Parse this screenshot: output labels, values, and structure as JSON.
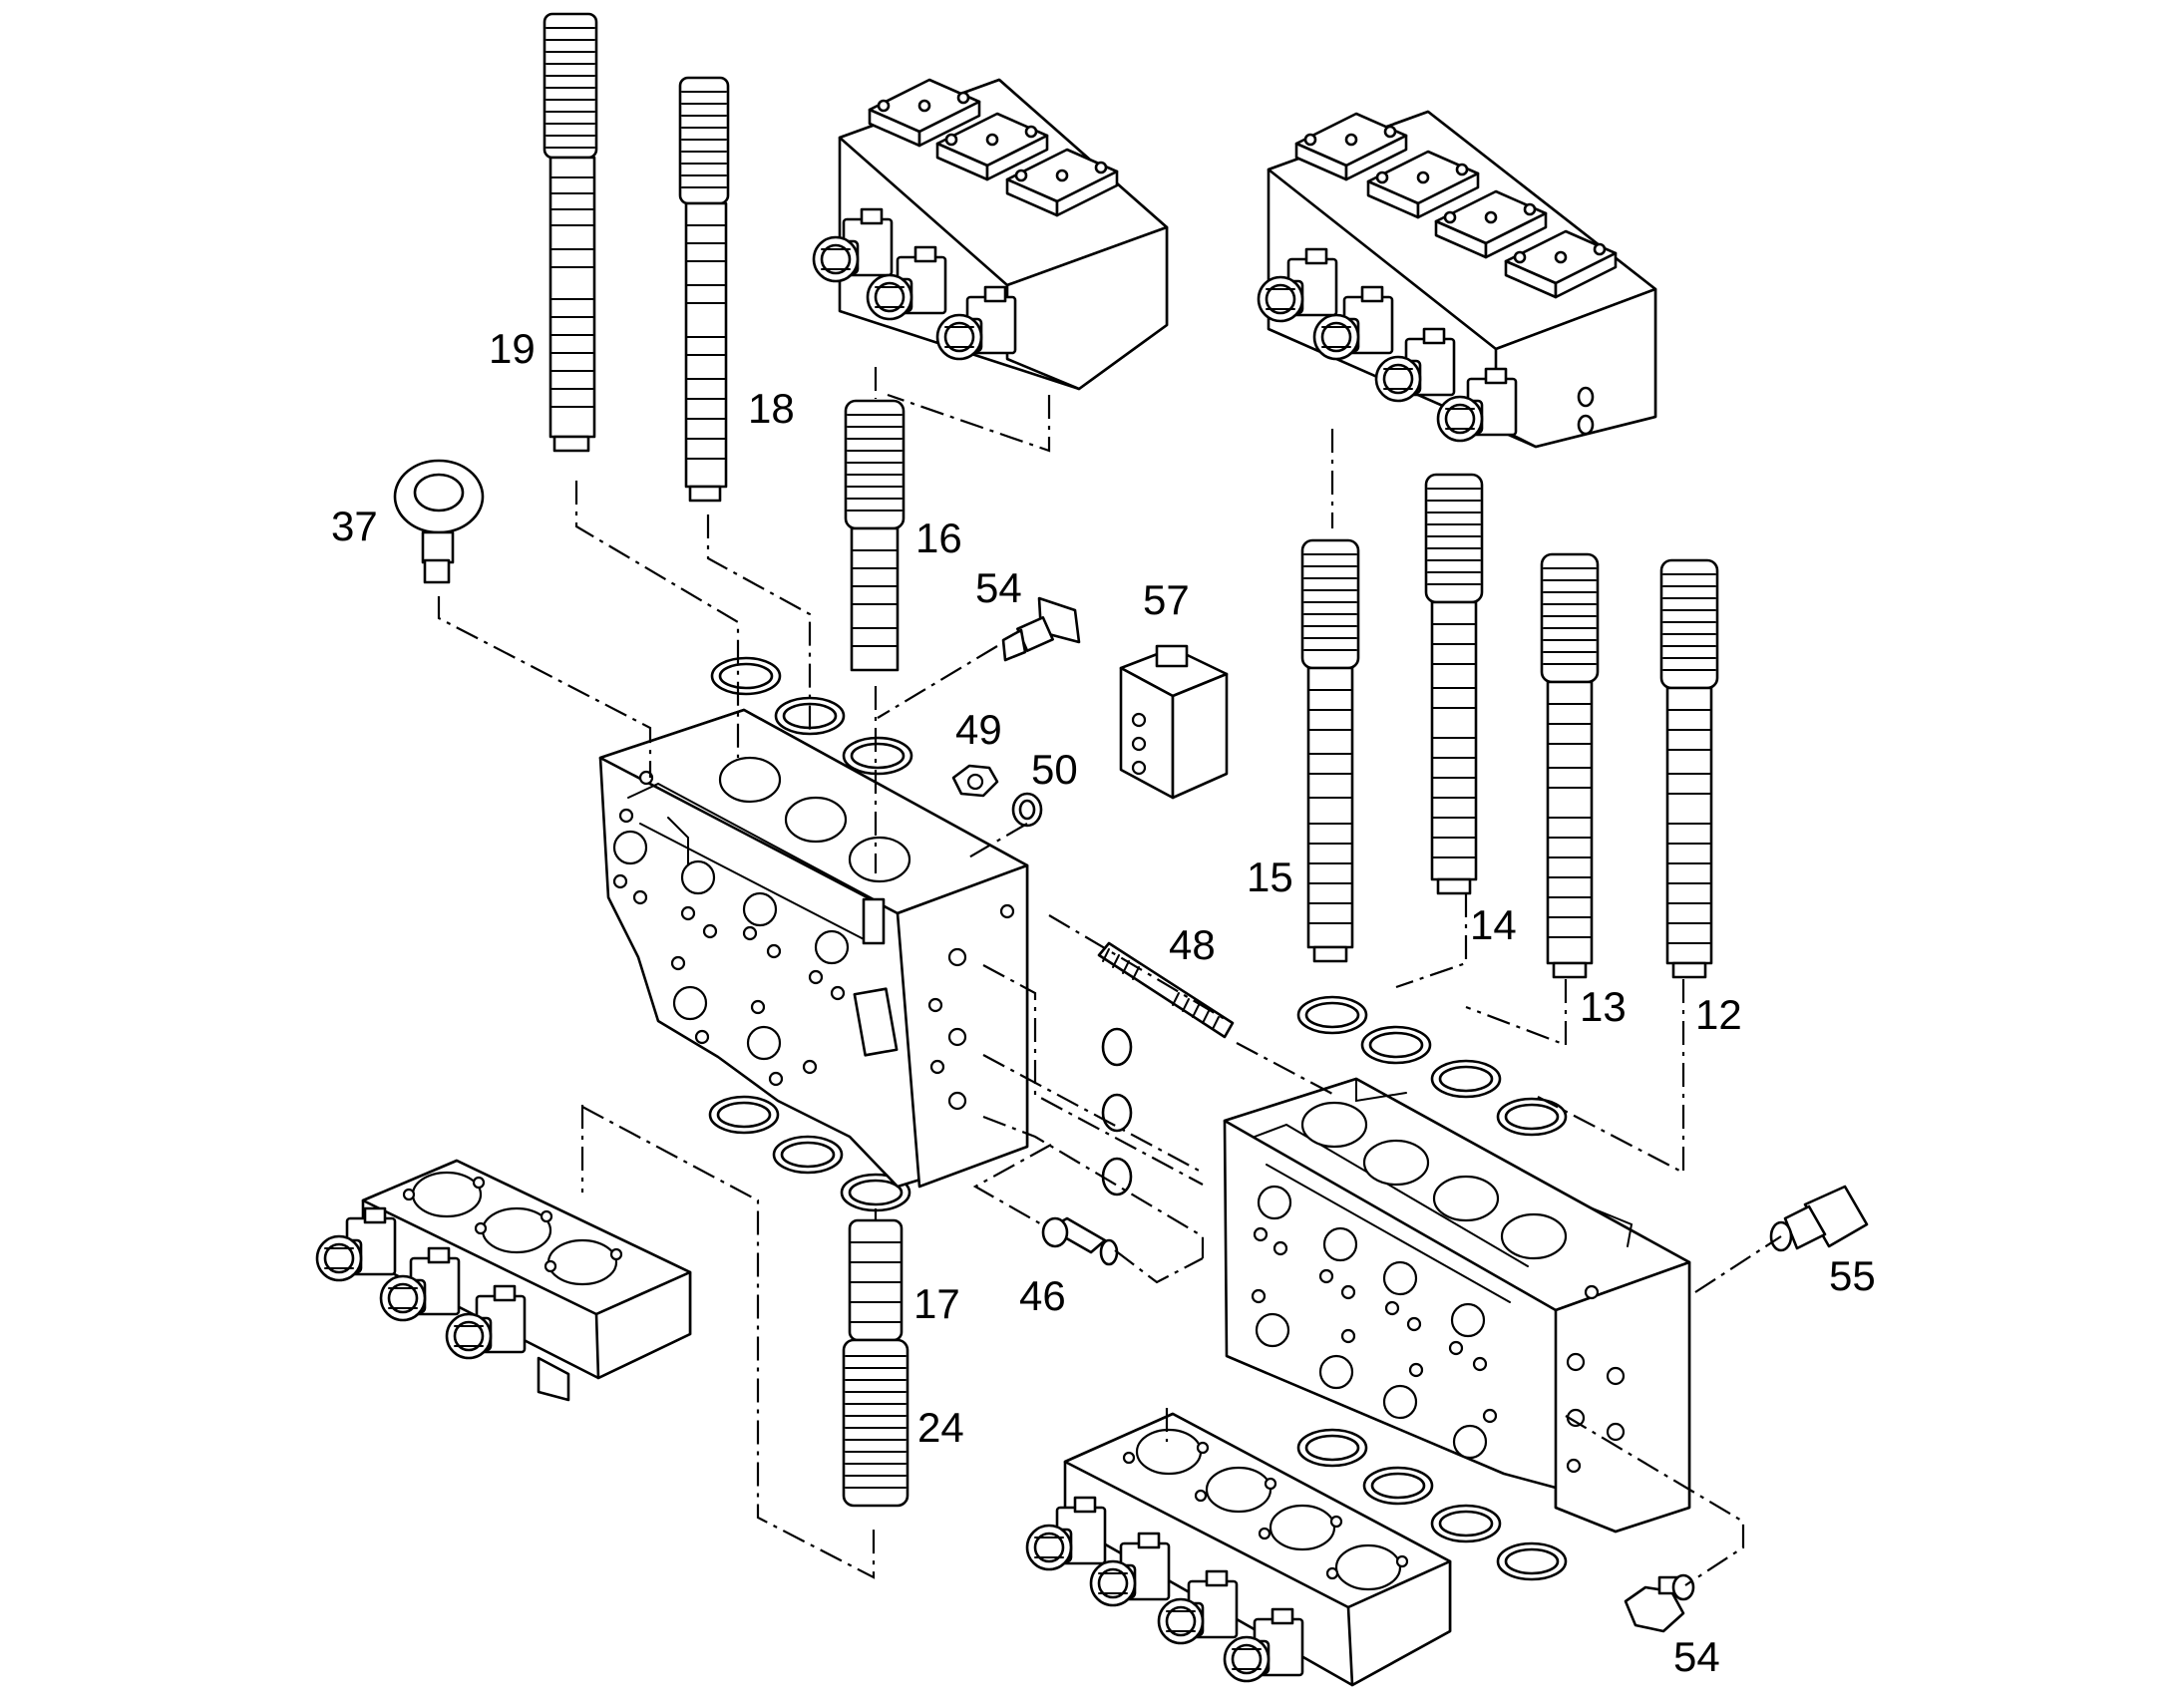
{
  "labels": {
    "p19": "19",
    "p18": "18",
    "p16": "16",
    "p37": "37",
    "p54a": "54",
    "p57": "57",
    "p49": "49",
    "p50": "50",
    "p48": "48",
    "p15": "15",
    "p14": "14",
    "p13": "13",
    "p12": "12",
    "p17": "17",
    "p46": "46",
    "p24": "24",
    "p55": "55",
    "p54b": "54"
  }
}
